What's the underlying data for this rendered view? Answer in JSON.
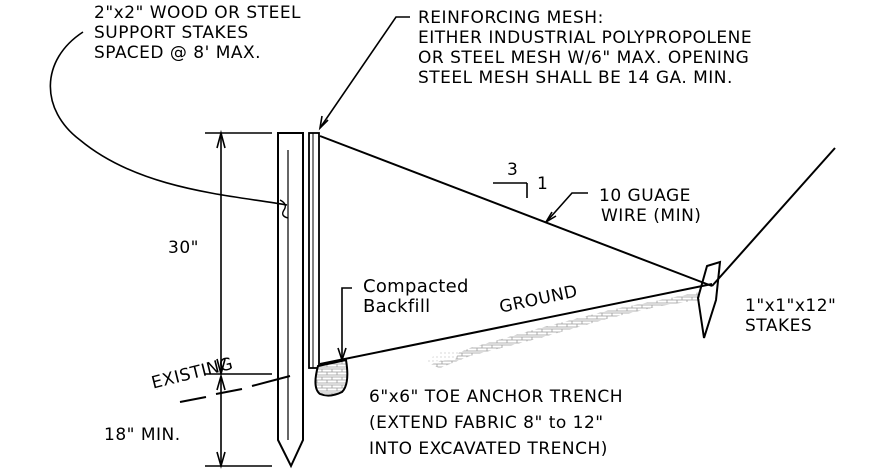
{
  "labels": {
    "support_stakes": [
      "2\"x2\" WOOD OR STEEL",
      "SUPPORT STAKES",
      "SPACED @ 8' MAX."
    ],
    "reinforcing_mesh": [
      "REINFORCING MESH:",
      "EITHER INDUSTRIAL POLYPROPOLENE",
      "OR STEEL MESH W/6\" MAX. OPENING",
      "STEEL MESH SHALL BE 14 GA. MIN."
    ],
    "slope_rise": "3",
    "slope_run": "1",
    "wire": [
      "10 GUAGE",
      "WIRE (MIN)"
    ],
    "stakes_small": [
      "1\"x1\"x12\"",
      "STAKES"
    ],
    "backfill": [
      "Compacted",
      "Backfill"
    ],
    "ground": "GROUND",
    "dim_30": "30\"",
    "existing": "EXISTING",
    "dim_18": "18\" MIN.",
    "trench": [
      "6\"x6\" TOE ANCHOR TRENCH",
      "(EXTEND FABRIC 8\" to 12\"",
      "INTO  EXCAVATED TRENCH)"
    ]
  }
}
